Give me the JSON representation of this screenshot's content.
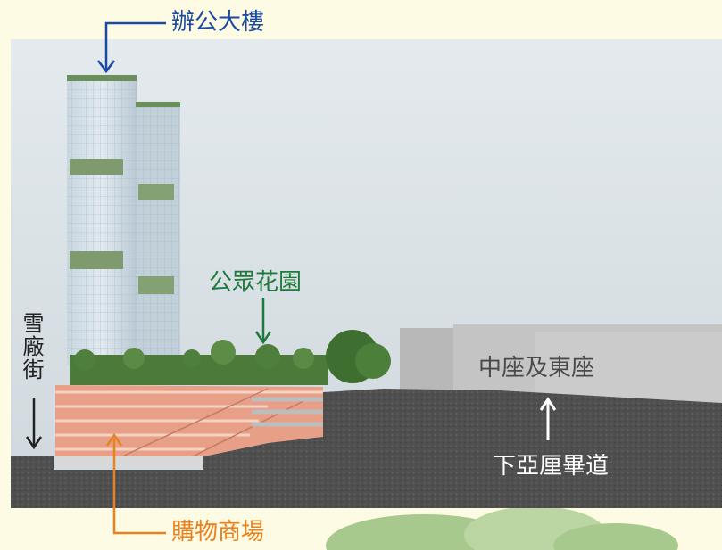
{
  "labels": {
    "office_tower": "辦公大樓",
    "public_garden": "公眾花園",
    "snowfactory_street": "雪廠街",
    "central_east_wing": "中座及東座",
    "lower_albert_road": "下亞厘畢道",
    "shopping_mall": "購物商場"
  },
  "colors": {
    "page_background": "#fdfbe3",
    "sky": "#dfe6ea",
    "ground": "#555555",
    "office_tower_label": "#1c4aa0",
    "garden_label": "#1e7a3c",
    "mall_label": "#e8821e",
    "building_label": "#4a4a4a",
    "road_label": "#ffffff",
    "street_label": "#222222"
  }
}
